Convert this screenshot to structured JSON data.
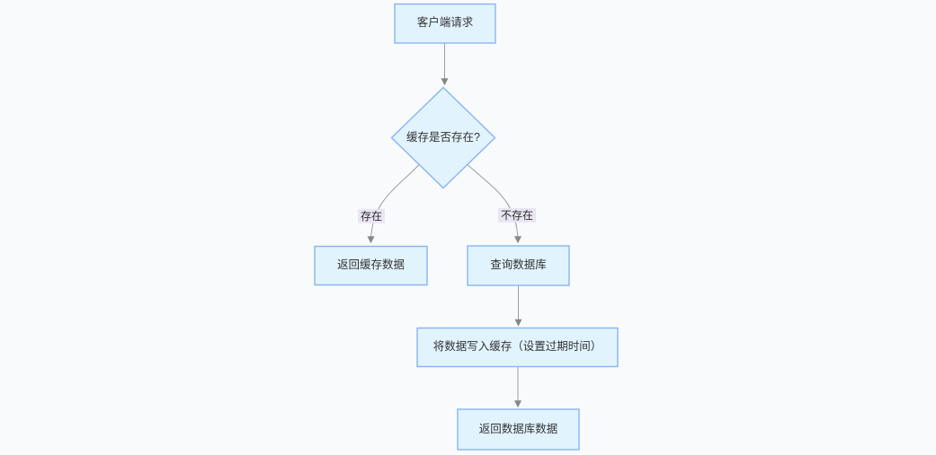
{
  "diagram": {
    "type": "flowchart",
    "direction": "top-down",
    "nodes": [
      {
        "id": "client_request",
        "shape": "rect",
        "label": "客户端请求"
      },
      {
        "id": "cache_exists",
        "shape": "diamond",
        "label": "缓存是否存在?"
      },
      {
        "id": "return_cache",
        "shape": "rect",
        "label": "返回缓存数据"
      },
      {
        "id": "query_db",
        "shape": "rect",
        "label": "查询数据库"
      },
      {
        "id": "write_cache",
        "shape": "rect",
        "label": "将数据写入缓存（设置过期时间）"
      },
      {
        "id": "return_db_data",
        "shape": "rect",
        "label": "返回数据库数据"
      }
    ],
    "edges": [
      {
        "from": "client_request",
        "to": "cache_exists",
        "label": ""
      },
      {
        "from": "cache_exists",
        "to": "return_cache",
        "label": "存在"
      },
      {
        "from": "cache_exists",
        "to": "query_db",
        "label": "不存在"
      },
      {
        "from": "query_db",
        "to": "write_cache",
        "label": ""
      },
      {
        "from": "write_cache",
        "to": "return_db_data",
        "label": ""
      }
    ],
    "colors": {
      "background": "#f8fafc",
      "node_fill": "#e1f3fd",
      "node_border": "#87b5ee",
      "edge_line": "#9e9e9e",
      "arrowhead": "#878787",
      "edge_label_background": "#e9e5f4",
      "text": "#333333"
    }
  }
}
